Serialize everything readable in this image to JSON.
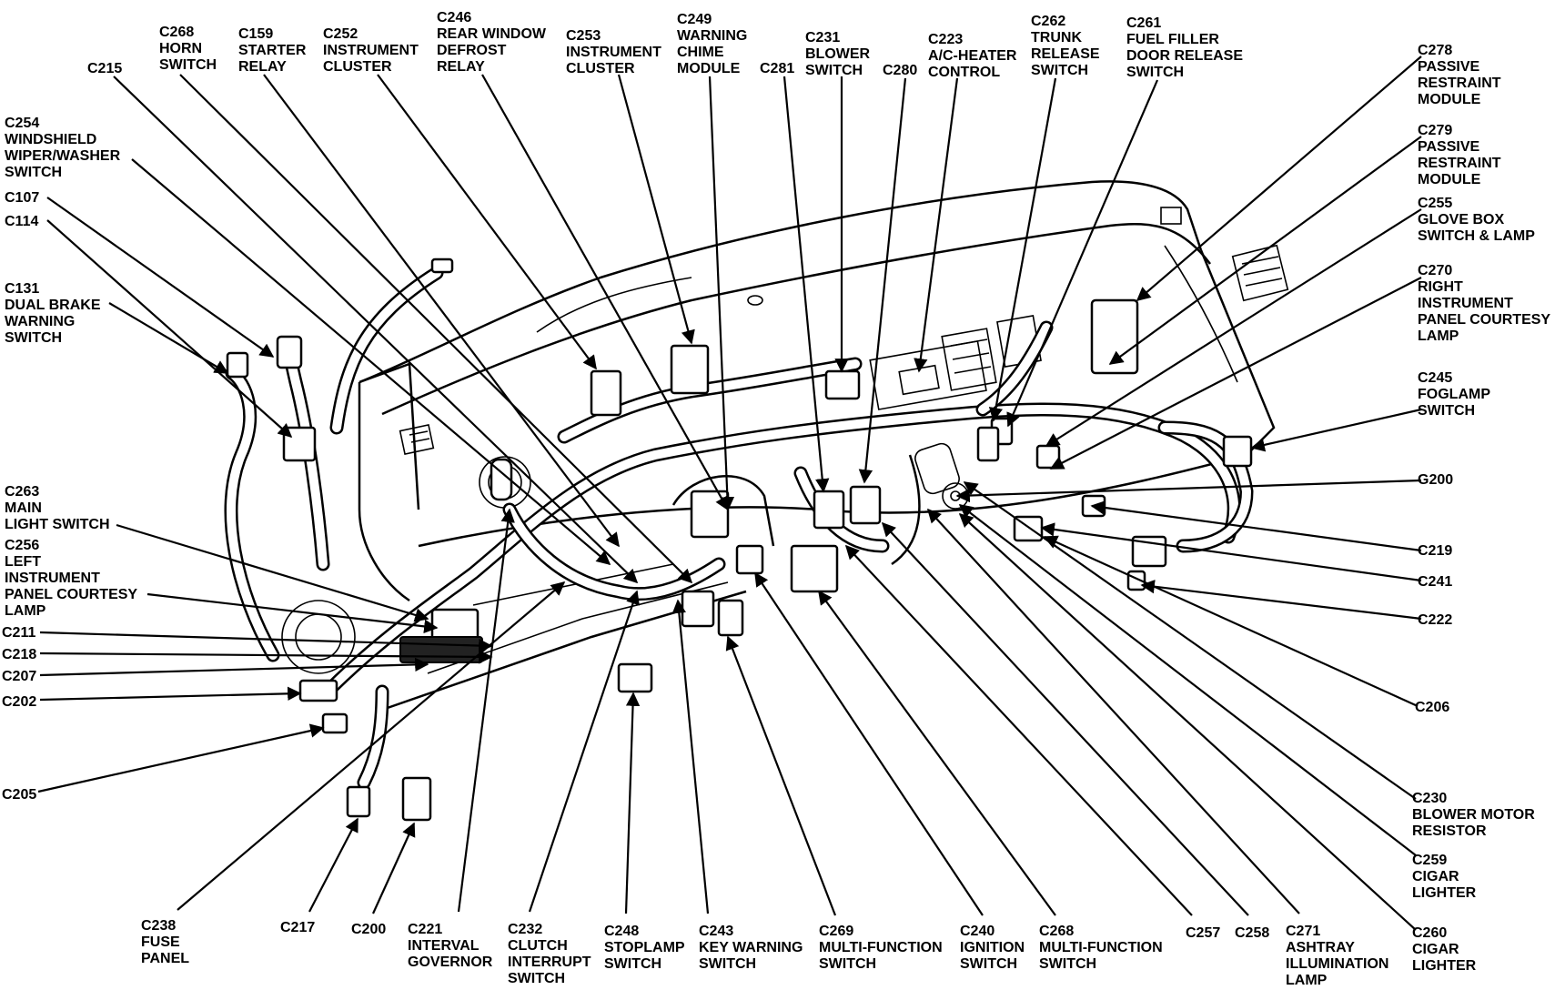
{
  "labels": [
    {
      "id": "c215",
      "lines": [
        "C215"
      ]
    },
    {
      "id": "c268-horn",
      "lines": [
        "C268",
        "HORN",
        "SWITCH"
      ]
    },
    {
      "id": "c159",
      "lines": [
        "C159",
        "STARTER",
        "RELAY"
      ]
    },
    {
      "id": "c252",
      "lines": [
        "C252",
        "INSTRUMENT",
        "CLUSTER"
      ]
    },
    {
      "id": "c246",
      "lines": [
        "C246",
        "REAR WINDOW",
        "DEFROST",
        "RELAY"
      ]
    },
    {
      "id": "c253",
      "lines": [
        "C253",
        "INSTRUMENT",
        "CLUSTER"
      ]
    },
    {
      "id": "c249",
      "lines": [
        "C249",
        "WARNING",
        "CHIME",
        "MODULE"
      ]
    },
    {
      "id": "c281",
      "lines": [
        "C281"
      ]
    },
    {
      "id": "c231",
      "lines": [
        "C231",
        "BLOWER",
        "SWITCH"
      ]
    },
    {
      "id": "c280",
      "lines": [
        "C280"
      ]
    },
    {
      "id": "c223",
      "lines": [
        "C223",
        "A/C-HEATER",
        "CONTROL"
      ]
    },
    {
      "id": "c262",
      "lines": [
        "C262",
        "TRUNK",
        "RELEASE",
        "SWITCH"
      ]
    },
    {
      "id": "c261",
      "lines": [
        "C261",
        "FUEL FILLER",
        "DOOR RELEASE",
        "SWITCH"
      ]
    },
    {
      "id": "c278",
      "lines": [
        "C278",
        "PASSIVE",
        "RESTRAINT",
        "MODULE"
      ]
    },
    {
      "id": "c279",
      "lines": [
        "C279",
        "PASSIVE",
        "RESTRAINT",
        "MODULE"
      ]
    },
    {
      "id": "c255",
      "lines": [
        "C255",
        "GLOVE BOX",
        "SWITCH & LAMP"
      ]
    },
    {
      "id": "c270",
      "lines": [
        "C270",
        "RIGHT",
        "INSTRUMENT",
        "PANEL COURTESY",
        "LAMP"
      ]
    },
    {
      "id": "c245",
      "lines": [
        "C245",
        "FOGLAMP",
        "SWITCH"
      ]
    },
    {
      "id": "g200",
      "lines": [
        "G200"
      ]
    },
    {
      "id": "c219",
      "lines": [
        "C219"
      ]
    },
    {
      "id": "c241",
      "lines": [
        "C241"
      ]
    },
    {
      "id": "c222",
      "lines": [
        "C222"
      ]
    },
    {
      "id": "c206",
      "lines": [
        "C206"
      ]
    },
    {
      "id": "c230",
      "lines": [
        "C230",
        "BLOWER MOTOR",
        "RESISTOR"
      ]
    },
    {
      "id": "c259",
      "lines": [
        "C259",
        "CIGAR",
        "LIGHTER"
      ]
    },
    {
      "id": "c260",
      "lines": [
        "C260",
        "CIGAR",
        "LIGHTER"
      ]
    },
    {
      "id": "c254",
      "lines": [
        "C254",
        "WINDSHIELD",
        "WIPER/WASHER",
        "SWITCH"
      ]
    },
    {
      "id": "c107",
      "lines": [
        "C107"
      ]
    },
    {
      "id": "c114",
      "lines": [
        "C114"
      ]
    },
    {
      "id": "c131",
      "lines": [
        "C131",
        "DUAL BRAKE",
        "WARNING",
        "SWITCH"
      ]
    },
    {
      "id": "c263",
      "lines": [
        "C263",
        "MAIN",
        "LIGHT SWITCH"
      ]
    },
    {
      "id": "c256",
      "lines": [
        "C256",
        "LEFT",
        "INSTRUMENT",
        "PANEL COURTESY",
        "LAMP"
      ]
    },
    {
      "id": "c211",
      "lines": [
        "C211"
      ]
    },
    {
      "id": "c218",
      "lines": [
        "C218"
      ]
    },
    {
      "id": "c207",
      "lines": [
        "C207"
      ]
    },
    {
      "id": "c202",
      "lines": [
        "C202"
      ]
    },
    {
      "id": "c205",
      "lines": [
        "C205"
      ]
    },
    {
      "id": "c238",
      "lines": [
        "C238",
        "FUSE",
        "PANEL"
      ]
    },
    {
      "id": "c217",
      "lines": [
        "C217"
      ]
    },
    {
      "id": "c200",
      "lines": [
        "C200"
      ]
    },
    {
      "id": "c221",
      "lines": [
        "C221",
        "INTERVAL",
        "GOVERNOR"
      ]
    },
    {
      "id": "c232",
      "lines": [
        "C232",
        "CLUTCH",
        "INTERRUPT",
        "SWITCH"
      ]
    },
    {
      "id": "c248",
      "lines": [
        "C248",
        "STOPLAMP",
        "SWITCH"
      ]
    },
    {
      "id": "c243",
      "lines": [
        "C243",
        "KEY WARNING",
        "SWITCH"
      ]
    },
    {
      "id": "c269",
      "lines": [
        "C269",
        "MULTI-FUNCTION",
        "SWITCH"
      ]
    },
    {
      "id": "c240",
      "lines": [
        "C240",
        "IGNITION",
        "SWITCH"
      ]
    },
    {
      "id": "c268-mf",
      "lines": [
        "C268",
        "MULTI-FUNCTION",
        "SWITCH"
      ]
    },
    {
      "id": "c257",
      "lines": [
        "C257"
      ]
    },
    {
      "id": "c258",
      "lines": [
        "C258"
      ]
    },
    {
      "id": "c271",
      "lines": [
        "C271",
        "ASHTRAY",
        "ILLUMINATION",
        "LAMP"
      ]
    }
  ]
}
